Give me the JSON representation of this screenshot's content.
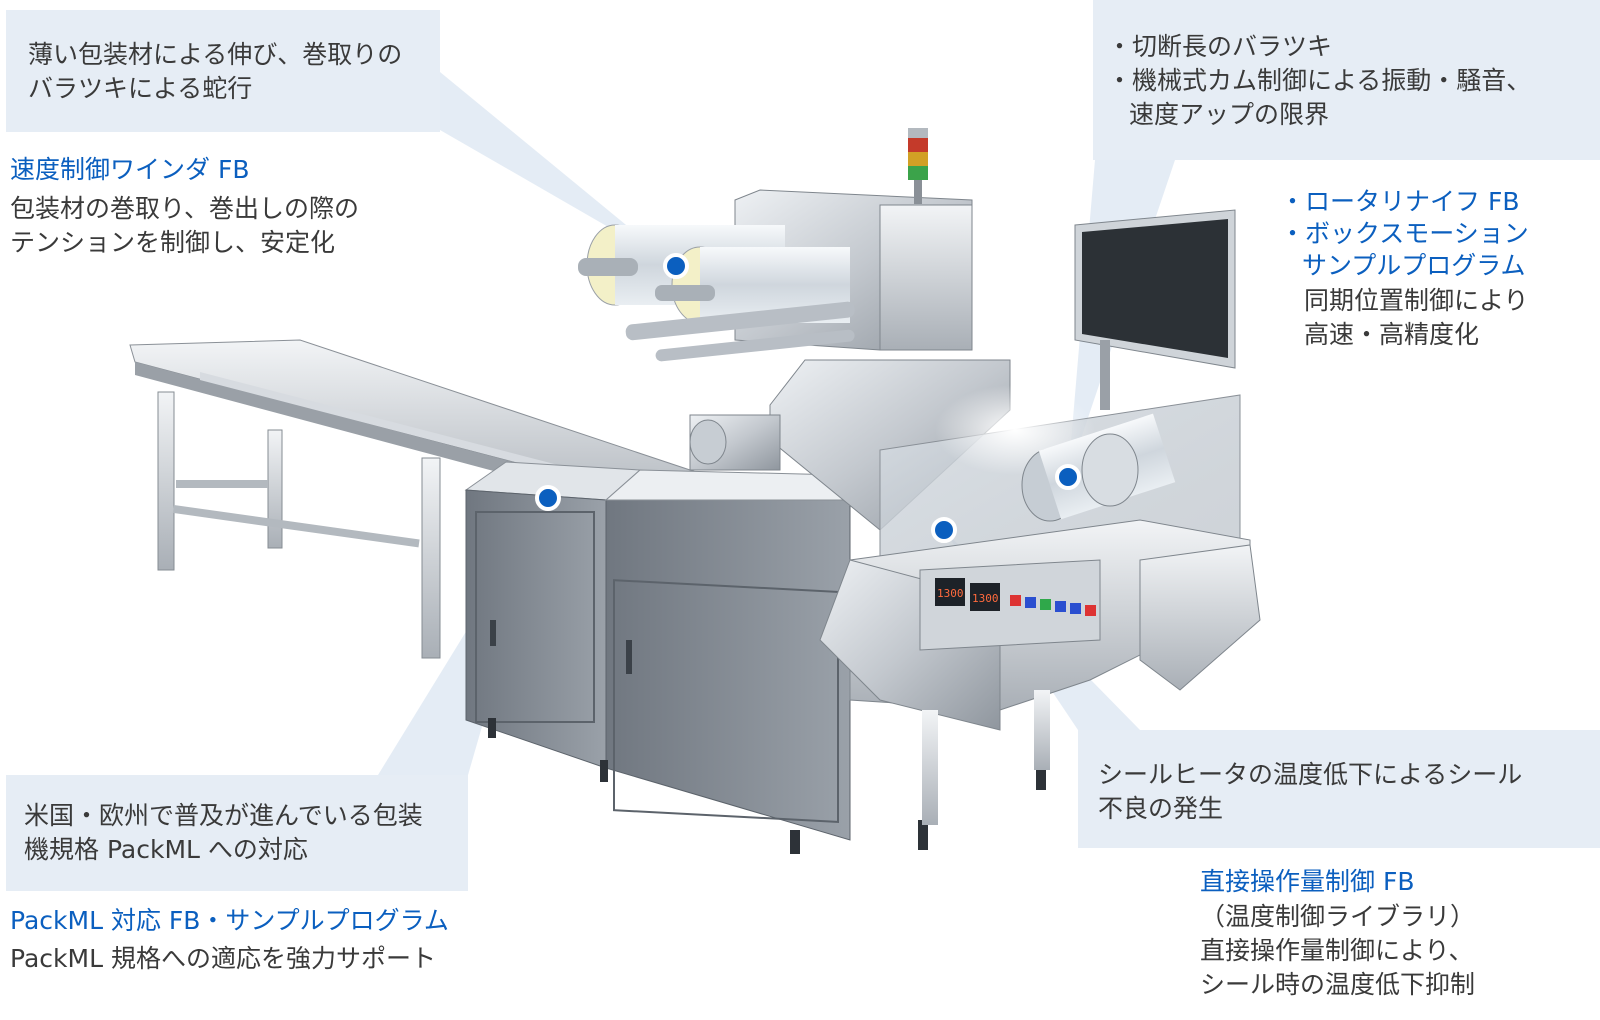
{
  "winder": {
    "problem": [
      "薄い包装材による伸び、巻取りの",
      "バラツキによる蛇行"
    ],
    "fb_title": "速度制御ワインダ FB",
    "fb_desc": [
      "包装材の巻取り、巻出しの際の",
      "テンションを制御し、安定化"
    ]
  },
  "cutter": {
    "problem": [
      "・切断長のバラツキ",
      "・機械式カム制御による振動・騒音、",
      "速度アップの限界"
    ],
    "fb_titles": [
      "・ロータリナイフ FB",
      "・ボックスモーション",
      "サンプルプログラム"
    ],
    "fb_desc": [
      "同期位置制御により",
      "高速・高精度化"
    ]
  },
  "packml": {
    "problem": [
      "米国・欧州で普及が進んでいる包装",
      "機規格 PackML への対応"
    ],
    "fb_title": "PackML 対応 FB・サンプルプログラム",
    "fb_desc": "PackML 規格への適応を強力サポート"
  },
  "sealer": {
    "problem": [
      "シールヒータの温度低下によるシール",
      "不良の発生"
    ],
    "fb_title": "直接操作量制御 FB",
    "fb_desc": [
      "（温度制御ライブラリ）",
      "直接操作量制御により、",
      "シール時の温度低下抑制"
    ]
  },
  "panel_display": [
    "1300",
    "1300"
  ],
  "colors": {
    "accent": "#0b5fbf",
    "box": "#e6edf5",
    "dot": "#0b5fbf"
  }
}
